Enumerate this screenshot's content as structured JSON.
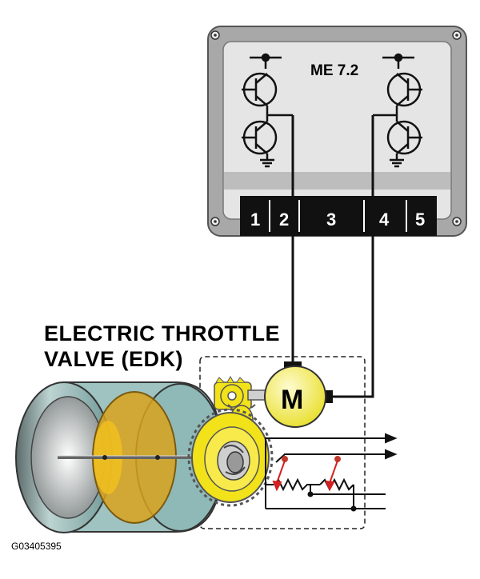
{
  "component_title_line1": "ELECTRIC THROTTLE",
  "component_title_line2": "VALVE (EDK)",
  "ecu_label": "ME 7.2",
  "connector_pins": [
    "1",
    "2",
    "3",
    "4",
    "5"
  ],
  "motor_label": "M",
  "figure_code": "G03405395",
  "colors": {
    "housing": "#bdbdbd",
    "housing_face": "#e6e6e6",
    "connector": "#111111",
    "gear_yellow": "#f2e21a",
    "motor_yellow": "#f5f07a",
    "throttle_plate": "#d9a21c",
    "bore_teal": "#8fb9b7",
    "sensor_arrow": "#d42020"
  }
}
